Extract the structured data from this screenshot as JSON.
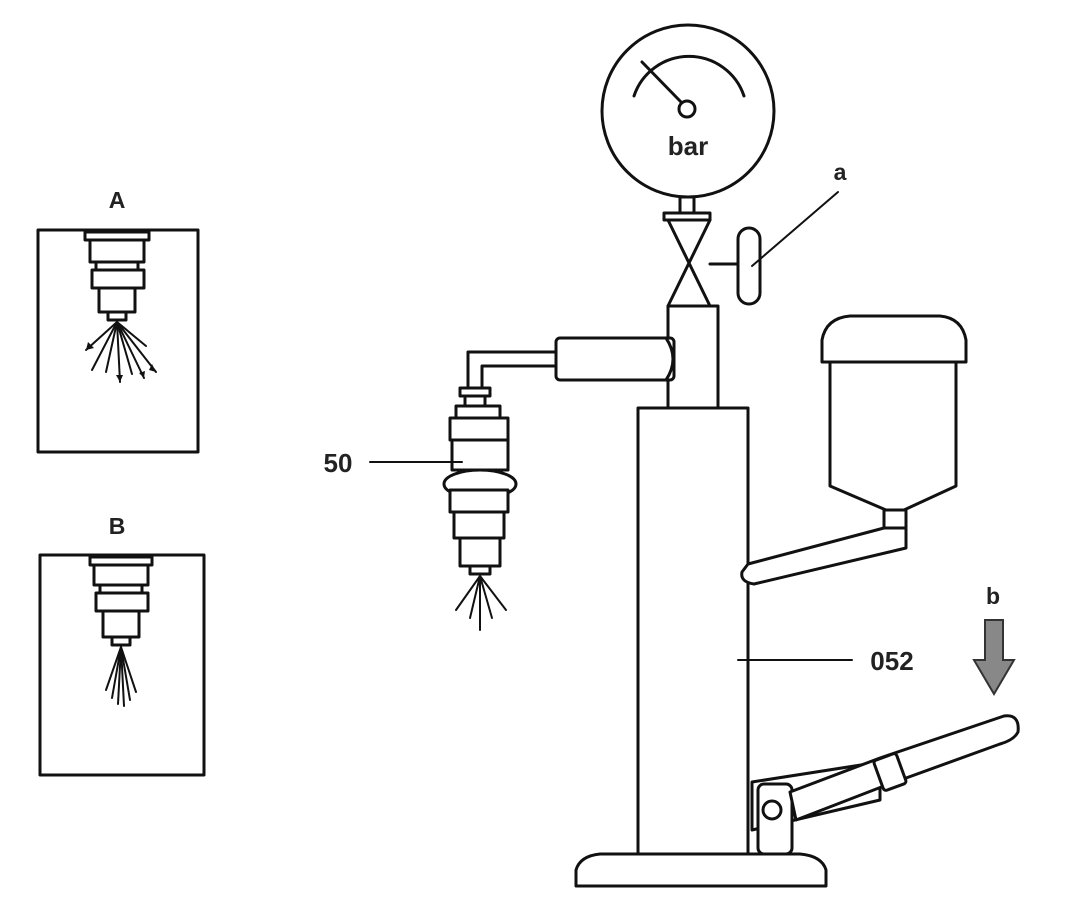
{
  "labels": {
    "panel_a": "A",
    "panel_b": "B",
    "gauge_unit": "bar",
    "valve_callout": "a",
    "injector_callout": "50",
    "tester_callout": "052",
    "lever_callout": "b"
  }
}
